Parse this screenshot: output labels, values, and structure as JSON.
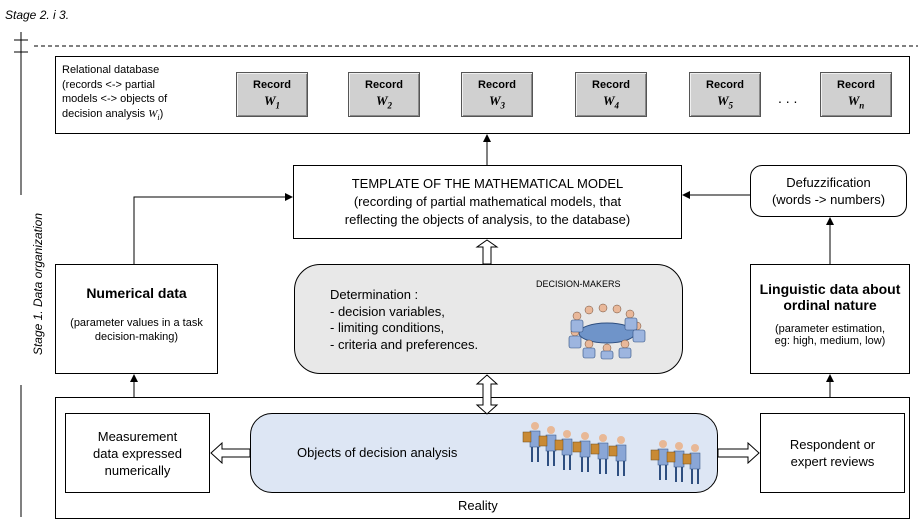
{
  "stage2_label": "Stage 2. i 3.",
  "stage1_label": "Stage 1. Data organization",
  "database": {
    "description_lines": [
      "Relational database",
      "(records <-> partial",
      "models <-> objects of",
      "decision analysis"
    ],
    "w_symbol": "W",
    "w_subscript": "i",
    "close_paren": ")",
    "record_label": "Record",
    "records": [
      {
        "sym": "W",
        "sub": "1"
      },
      {
        "sym": "W",
        "sub": "2"
      },
      {
        "sym": "W",
        "sub": "3"
      },
      {
        "sym": "W",
        "sub": "4"
      },
      {
        "sym": "W",
        "sub": "5"
      },
      {
        "sym": "W",
        "sub": "n"
      }
    ],
    "ellipsis": ". . ."
  },
  "template": {
    "title": "TEMPLATE OF THE MATHEMATICAL MODEL",
    "line2": "(recording of partial mathematical models, that",
    "line3": "reflecting the objects of analysis, to the database)"
  },
  "defuzzification": {
    "line1": "Defuzzification",
    "line2": "(words -> numbers)"
  },
  "numerical": {
    "title": "Numerical data",
    "line1": "(parameter values in a task",
    "line2": "decision-making)"
  },
  "determination": {
    "title": "Determination :",
    "items": [
      "- decision variables,",
      "- limiting conditions,",
      "- criteria and preferences."
    ],
    "dm_label": "DECISION-MAKERS"
  },
  "linguistic": {
    "title1": "Linguistic data about",
    "title2": "ordinal nature",
    "line1": "(parameter estimation,",
    "line2": "eg: high, medium, low)"
  },
  "measurement": {
    "line1": "Measurement",
    "line2": "data expressed",
    "line3": "numerically"
  },
  "objects": {
    "label": "Objects of decision analysis"
  },
  "respondent": {
    "line1": "Respondent or",
    "line2": "expert reviews"
  },
  "reality": {
    "label": "Reality"
  },
  "colors": {
    "objects_fill": "#dde6f4",
    "determination_fill": "#e8e8e8",
    "record_fill": "#d0d0d0"
  }
}
